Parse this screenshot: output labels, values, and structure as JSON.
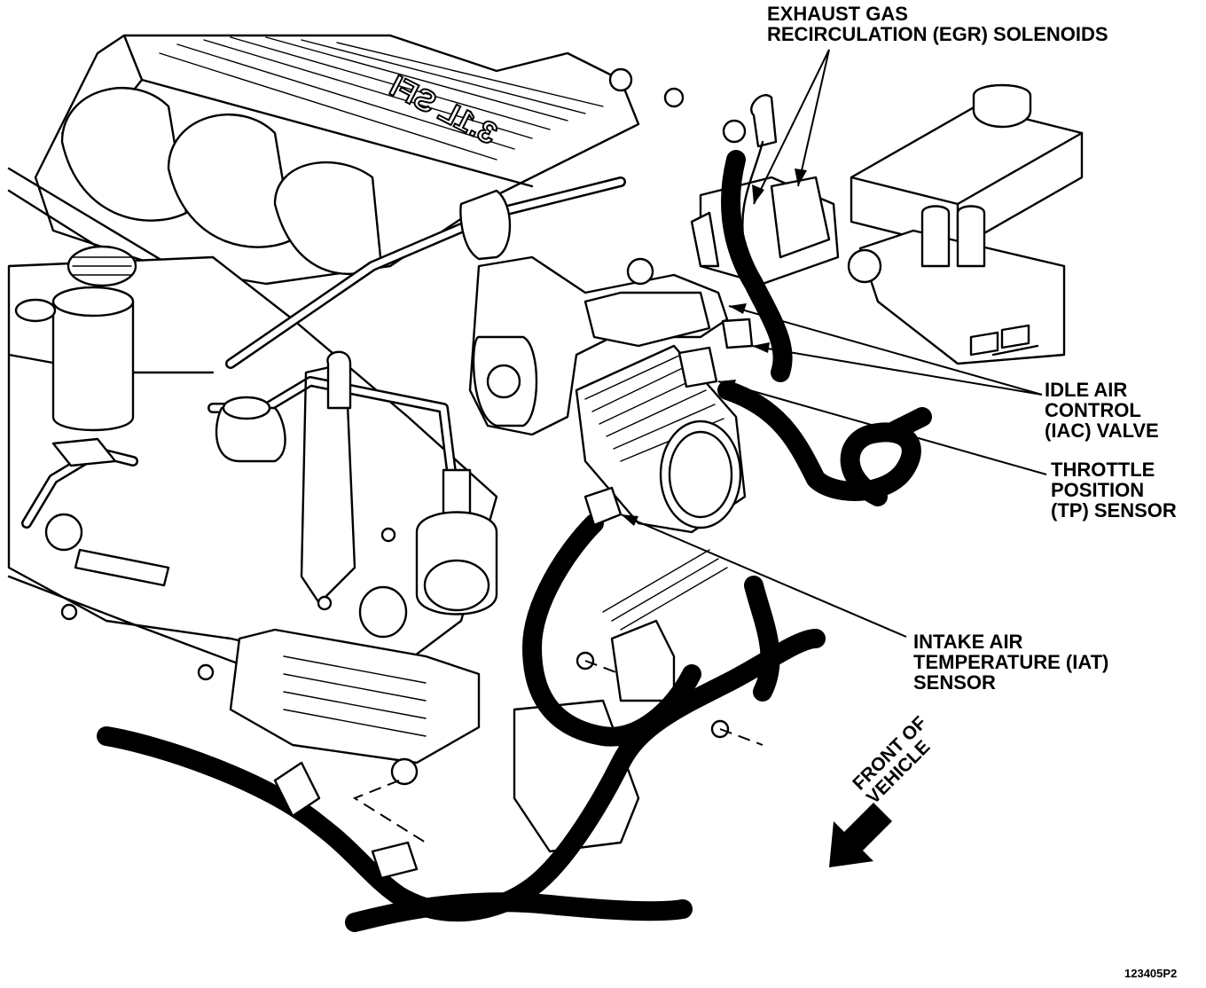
{
  "labels": {
    "egr": [
      "EXHAUST GAS",
      "RECIRCULATION (EGR) SOLENOIDS"
    ],
    "iac": [
      "IDLE AIR",
      "CONTROL",
      "(IAC) VALVE"
    ],
    "tp": [
      "THROTTLE",
      "POSITION",
      "(TP) SENSOR"
    ],
    "iat": [
      "INTAKE AIR",
      "TEMPERATURE (IAT)",
      "SENSOR"
    ],
    "front": [
      "FRONT OF",
      "VEHICLE"
    ]
  },
  "engine_marking": "3.1L SFI",
  "figure_id": "123405P2"
}
